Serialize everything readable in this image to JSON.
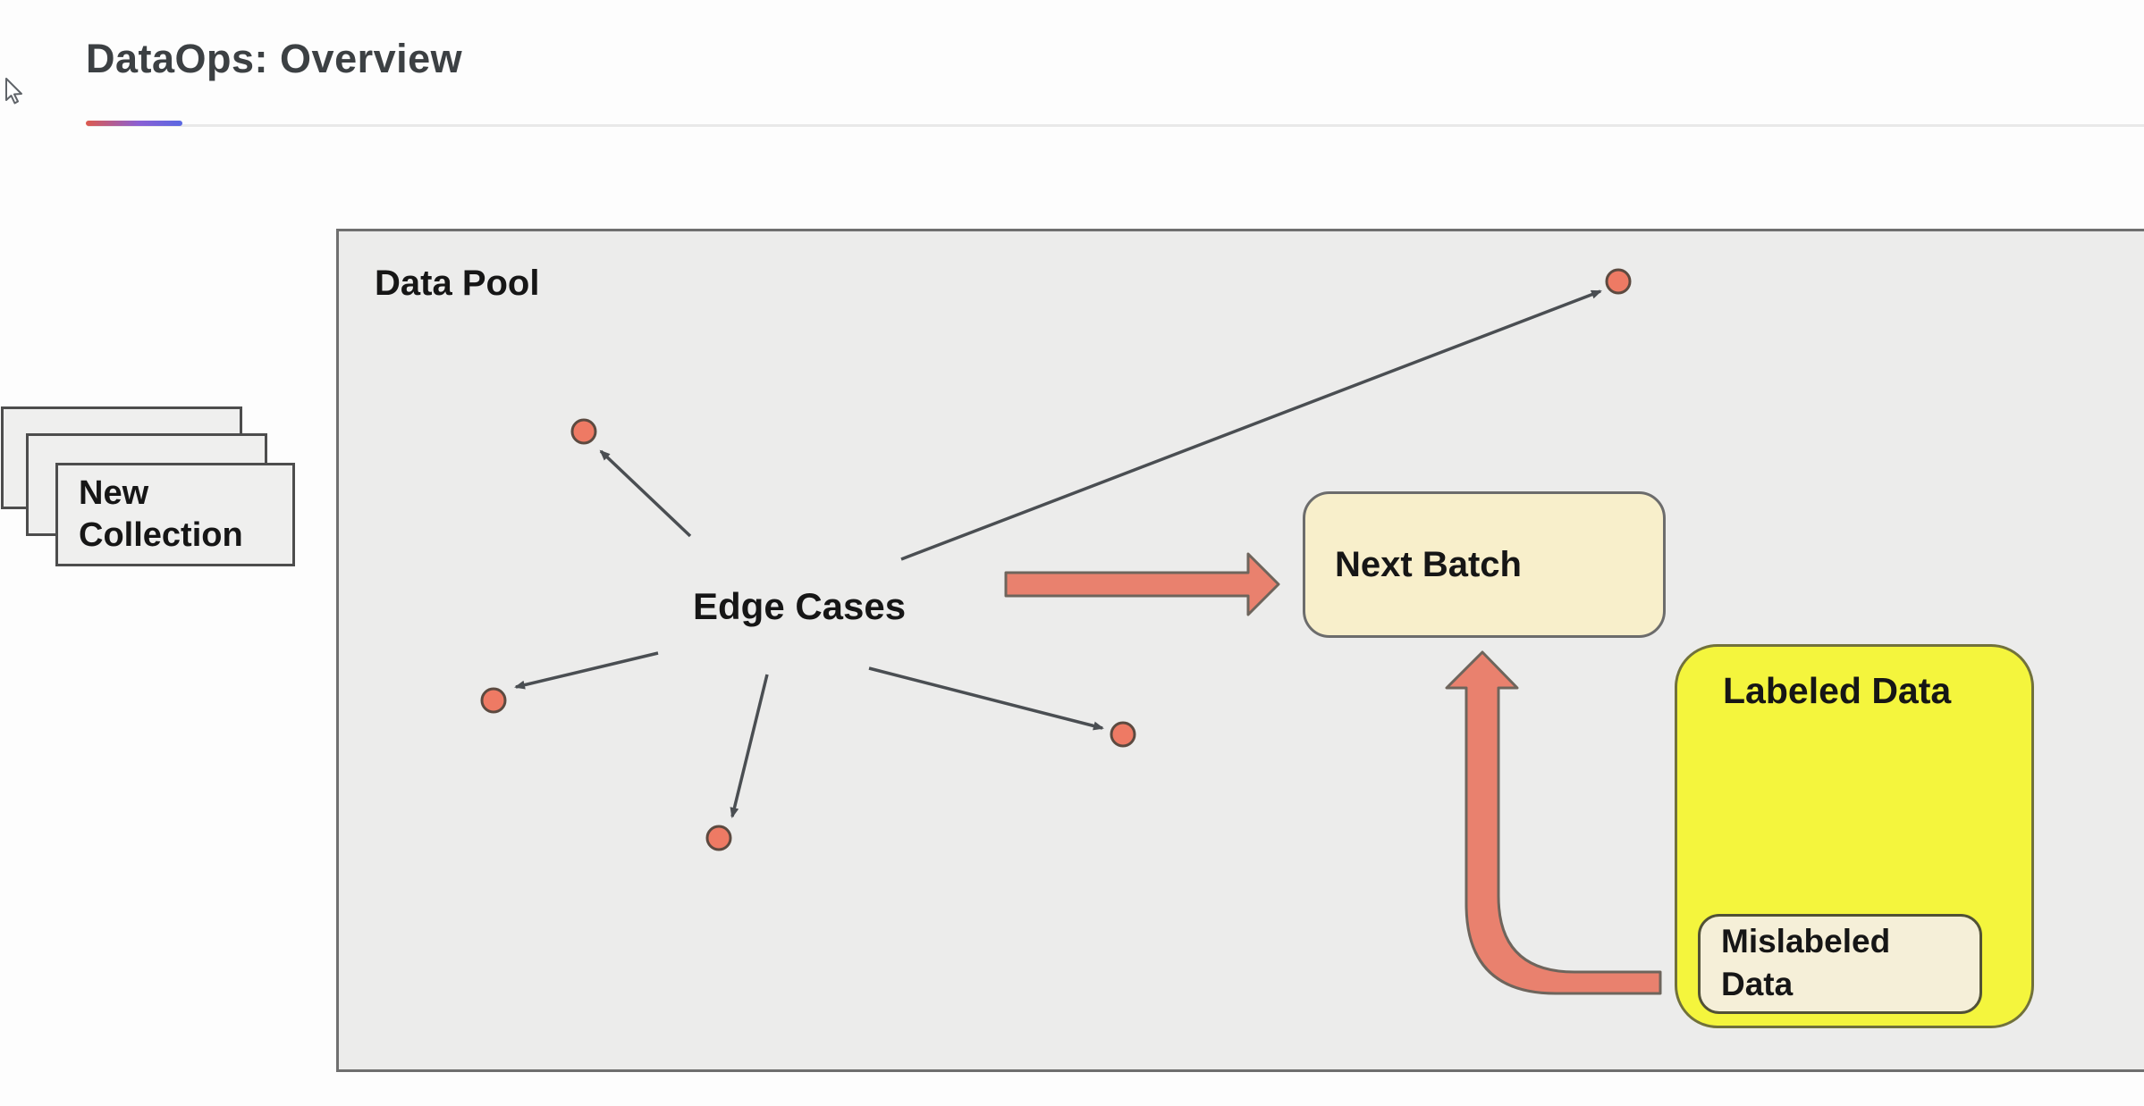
{
  "slide": {
    "title": "DataOps: Overview"
  },
  "diagram": {
    "data_pool": {
      "label": "Data Pool"
    },
    "new_collection": {
      "label": "New Collection",
      "stack_count": 3
    },
    "edge_cases": {
      "label": "Edge Cases",
      "dot_count": 5
    },
    "next_batch": {
      "label": "Next Batch"
    },
    "labeled_data": {
      "label": "Labeled Data"
    },
    "mislabeled_data": {
      "label": "Mislabeled Data"
    },
    "flows": [
      {
        "from": "Edge Cases",
        "to": "edge-case sample dots",
        "style": "thin-arrow",
        "count": 5
      },
      {
        "from": "Edge Cases",
        "to": "Next Batch",
        "style": "thick-arrow"
      },
      {
        "from": "Mislabeled Data",
        "to": "Next Batch",
        "style": "thick-elbow-arrow"
      }
    ]
  },
  "colors": {
    "accent_gradient_start": "#dc5a4e",
    "accent_gradient_end": "#5a68e2",
    "data_pool_fill": "#ececeb",
    "dot_fill": "#ee7a64",
    "big_arrow_fill": "#e9816e",
    "next_batch_fill": "#f8efcb",
    "labeled_data_fill": "#f4f53d",
    "mislabeled_data_fill": "#f5efd8",
    "thin_arrow_stroke": "#4a4e52"
  }
}
